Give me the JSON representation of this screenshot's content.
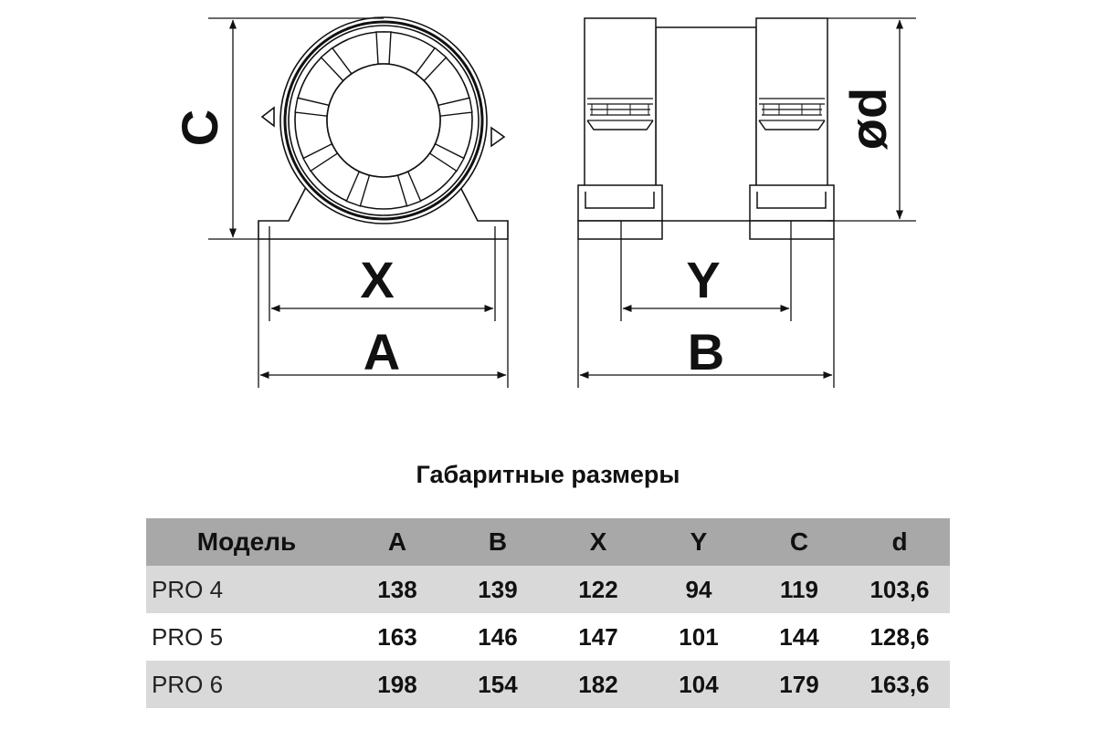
{
  "diagram": {
    "labels": {
      "C": "C",
      "X_front": "X",
      "A": "A",
      "d": "ød",
      "Y": "Y",
      "B": "B"
    }
  },
  "table": {
    "title": "Габаритные размеры",
    "headers": [
      "Модель",
      "A",
      "B",
      "X",
      "Y",
      "C",
      "d"
    ],
    "rows": [
      {
        "model": "PRO 4",
        "A": "138",
        "B": "139",
        "X": "122",
        "Y": "94",
        "C": "119",
        "d": "103,6"
      },
      {
        "model": "PRO 5",
        "A": "163",
        "B": "146",
        "X": "147",
        "Y": "101",
        "C": "144",
        "d": "128,6"
      },
      {
        "model": "PRO 6",
        "A": "198",
        "B": "154",
        "X": "182",
        "Y": "104",
        "C": "179",
        "d": "163,6"
      }
    ]
  },
  "colors": {
    "line": "#111111",
    "header_bg": "#a8a8a8",
    "row_shaded": "#d9d9d9",
    "row_plain": "#ffffff"
  }
}
